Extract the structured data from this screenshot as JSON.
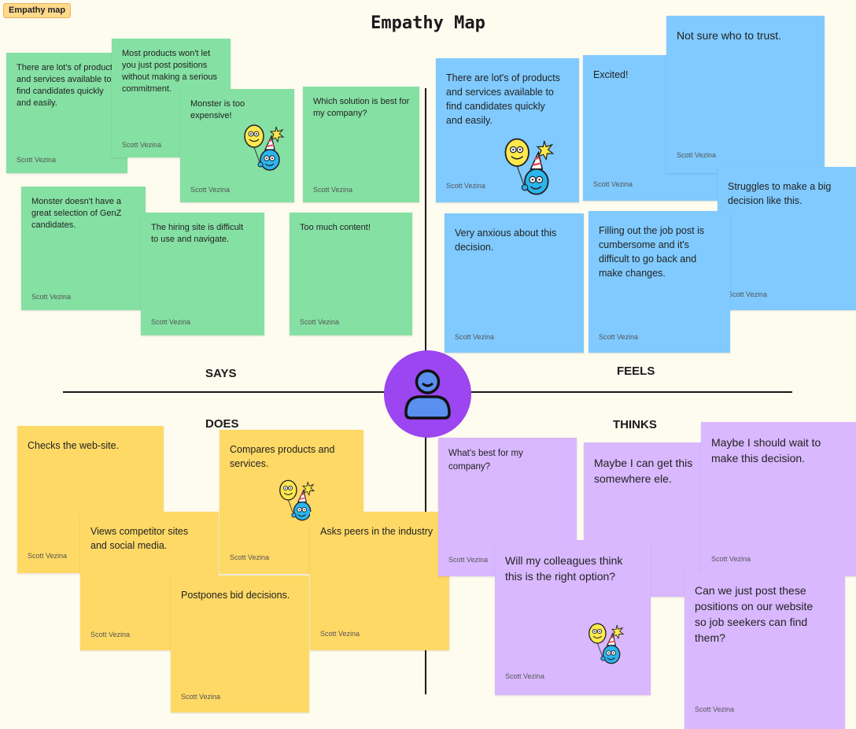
{
  "board": {
    "tag": "Empathy map",
    "title": "Empathy Map"
  },
  "quadrants": {
    "says": "SAYS",
    "feels": "FEELS",
    "does": "DOES",
    "thinks": "THINKS"
  },
  "author": "Scott Vezina",
  "colors": {
    "says": "#85e0a3",
    "feels": "#80caff",
    "does": "#ffd966",
    "thinks": "#d9b8ff",
    "center": "#9b46f0",
    "avatar_fill": "#5a8ff0"
  },
  "notes": [
    {
      "text": "There are lot's of product\nand services available to\nfind candidates quickly\nand easily.",
      "author": "Scott Vezina"
    },
    {
      "text": "Most products won't let\nyou just post positions\nwithout making a serious\ncommitment.",
      "author": "Scott Vezina"
    },
    {
      "text": "Monster is too expensive!",
      "author": "Scott Vezina"
    },
    {
      "text": "Which solution is best for\nmy company?",
      "author": "Scott Vezina"
    },
    {
      "text": "Monster doesn't have a\ngreat selection of GenZ\ncandidates.",
      "author": "Scott Vezina"
    },
    {
      "text": "The hiring site is difficult\nto use and navigate.",
      "author": "Scott Vezina"
    },
    {
      "text": "Too much content!",
      "author": "Scott Vezina"
    },
    {
      "text": "There are lot's of products\nand services available to\nfind candidates quickly\nand easily.",
      "author": "Scott Vezina"
    },
    {
      "text": "Excited!",
      "author": "Scott Vezina"
    },
    {
      "text": "Not sure who to trust.",
      "author": "Scott Vezina"
    },
    {
      "text": "Struggles to make a big\ndecision like this.",
      "author": "Scott Vezina"
    },
    {
      "text": "Very anxious about this\ndecision.",
      "author": "Scott Vezina"
    },
    {
      "text": "Filling out the job post is\ncumbersome  and it's\ndifficult to go back and\nmake changes.",
      "author": "Scott Vezina"
    },
    {
      "text": "Checks the web-site.",
      "author": "Scott Vezina"
    },
    {
      "text": "Compares products and\nservices.",
      "author": "Scott Vezina"
    },
    {
      "text": "Views competitor sites\nand social media.",
      "author": "Scott Vezina"
    },
    {
      "text": "Asks peers in the industry",
      "author": "Scott Vezina"
    },
    {
      "text": "Postpones bid decisions.",
      "author": "Scott Vezina"
    },
    {
      "text": "What's best for my\ncompany?",
      "author": "Scott Vezina"
    },
    {
      "text": "Maybe I can get this\nsomewhere ele.",
      "author": ""
    },
    {
      "text": "Maybe I should wait to\nmake this decision.",
      "author": "Scott Vezina"
    },
    {
      "text": "Will my colleagues think\nthis is the right option?",
      "author": "Scott Vezina"
    },
    {
      "text": "Can we just post these\npositions on our website\nso job seekers can find\nthem?",
      "author": "Scott Vezina"
    }
  ],
  "stickers": [
    "party-balloon-sticker"
  ]
}
